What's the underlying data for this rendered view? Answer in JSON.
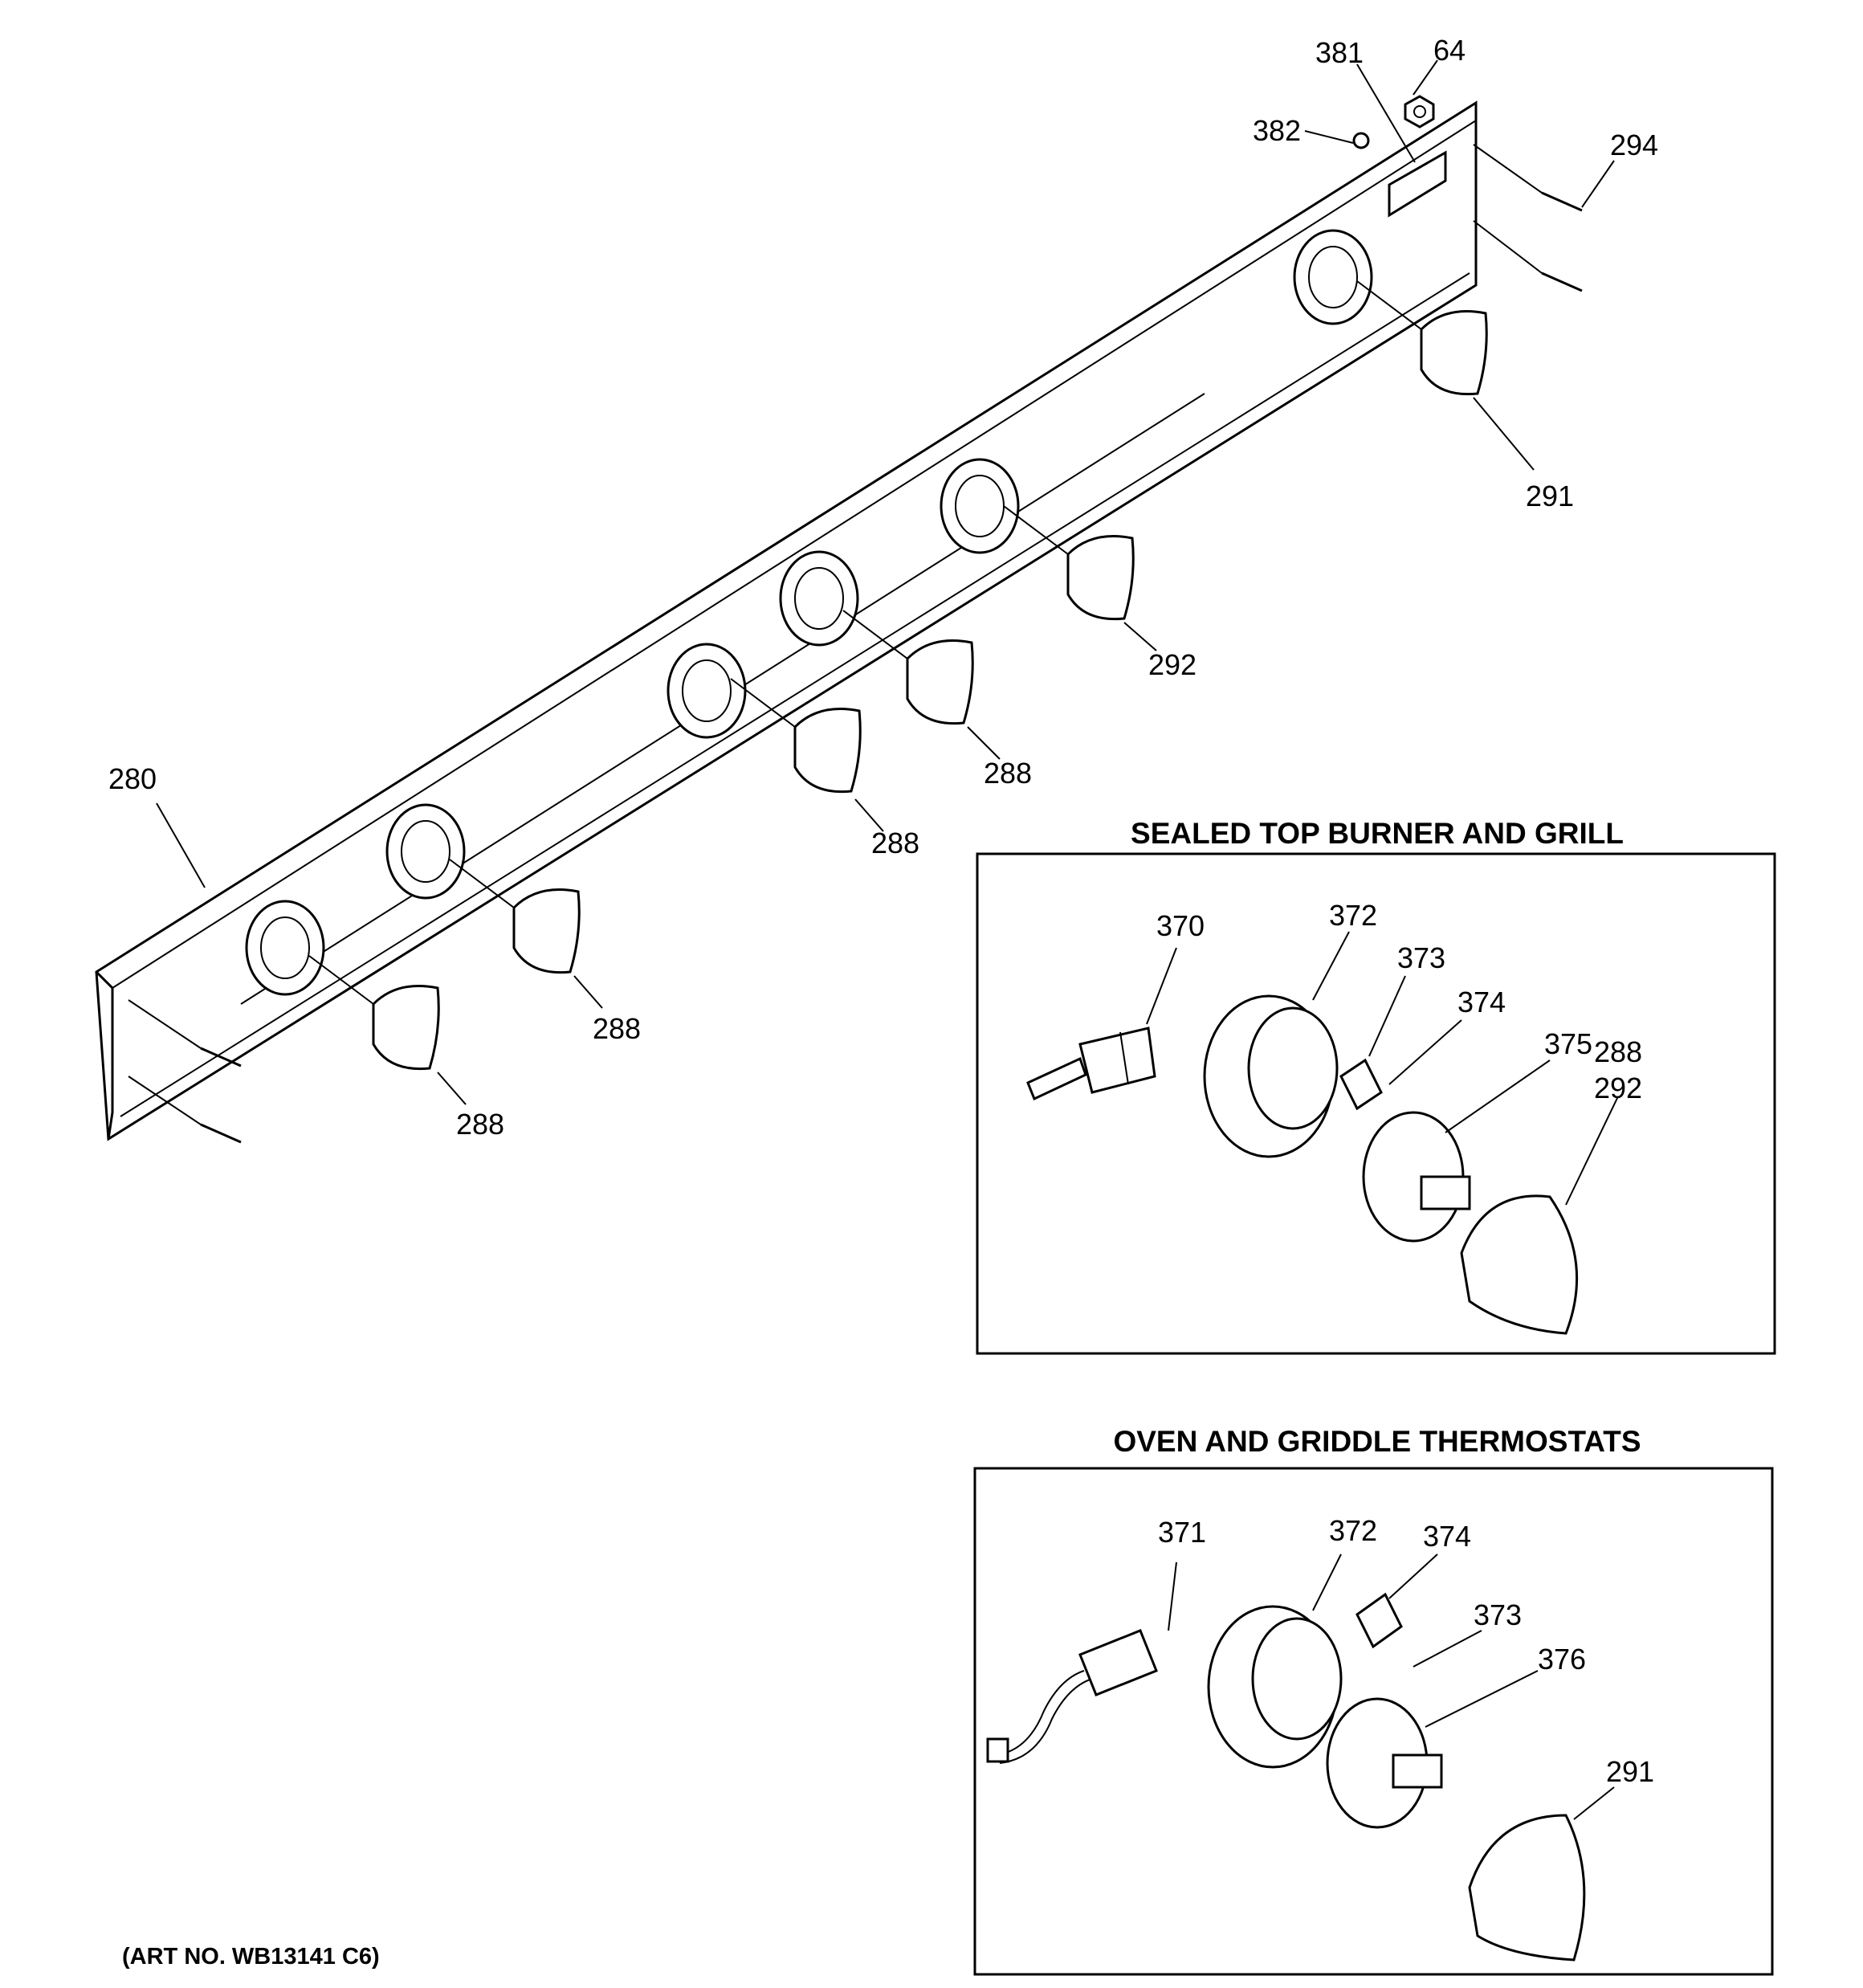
{
  "main_diagram": {
    "callouts": {
      "backsplash": "280",
      "nut": "64",
      "nameplate": "381",
      "washer": "382",
      "screw": "294",
      "knob_right": "291",
      "knob_right_mid": "292",
      "knob_c1": "288",
      "knob_c2": "288",
      "knob_c3": "288",
      "knob_c4": "288"
    }
  },
  "sealed_top_burner": {
    "title": "SEALED TOP BURNER AND GRILL",
    "callouts": {
      "valve": "370",
      "bezel": "372",
      "pin": "373",
      "clip": "374",
      "dial": "375",
      "knob_a": "288",
      "knob_b": "292"
    }
  },
  "oven_griddle": {
    "title": "OVEN AND GRIDDLE THERMOSTATS",
    "callouts": {
      "thermostat": "371",
      "bezel": "372",
      "clip": "374",
      "pin": "373",
      "dial": "376",
      "knob": "291"
    }
  },
  "art_number": "(ART NO. WB13141 C6)"
}
